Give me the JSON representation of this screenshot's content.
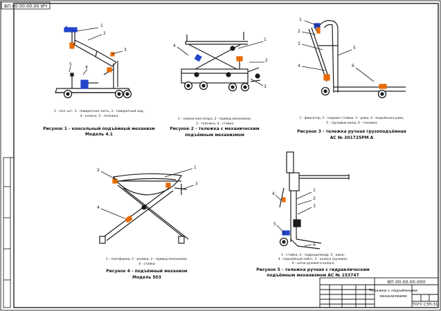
{
  "sheet": {
    "rotated_code": "ВП 00.00.00.00 ИЧ",
    "title_block": {
      "designation": "ВП 00.00.00.000",
      "name_line1": "Тележки с подъёмными",
      "name_line2": "механизмами",
      "org": "ТОГУ СЭП-31"
    }
  },
  "figures": [
    {
      "caption_line1": "Рисунок 1 - консольный подъёмный механизм",
      "caption_line2": "Модель 4.1",
      "legend_line1": "1 - пол. шт., 2 - поворотная часть, 3 - поворотный ход,",
      "legend_line2": "4 - колесо, 5 - тележка",
      "callouts": [
        "1",
        "2",
        "3",
        "4",
        "5"
      ]
    },
    {
      "caption_line1": "Рисунок 2 - тележка с механическим",
      "caption_line2": "подъёмным механизмом",
      "legend_line1": "1 - ножничная опора, 2 - привод механизма,",
      "legend_line2": "3 - тележка, 4 - стойка",
      "callouts": [
        "1",
        "2",
        "3",
        "4"
      ]
    },
    {
      "caption_line1": "Рисунок 3 - тележка ручная грузоподъёмная",
      "caption_line2": "АС № 301725РМ А",
      "legend_line1": "1 - фиксатор, 2 - подхват стойки, 3 - рама, 4 - подъёмная рама,",
      "legend_line2": "5 - грузовые вилы, 6 - тележка",
      "callouts": [
        "1",
        "2",
        "3",
        "4",
        "5",
        "6"
      ]
    },
    {
      "caption_line1": "Рисунок 4 - подъёмный механизм",
      "caption_line2": "Модель 503",
      "legend_line1": "1 - платформа, 2 - ролики, 3 - привод механизма,",
      "legend_line2": "4 - стойки",
      "callouts": [
        "1",
        "2",
        "3",
        "4"
      ]
    },
    {
      "caption_line1": "Рисунок 5 - тележка ручная с гидравлическим",
      "caption_line2": "подъёмным механизмом АС № 153747",
      "legend_line1": "1 - стойка, 2 - гидроцилиндр, 3 - рама,",
      "legend_line2": "4 - подъёмный хобот, 5 - колесо грузовое,",
      "legend_line3": "6 - шток рулевого колеса",
      "callouts": [
        "1",
        "2",
        "3",
        "4",
        "5",
        "6"
      ]
    }
  ]
}
